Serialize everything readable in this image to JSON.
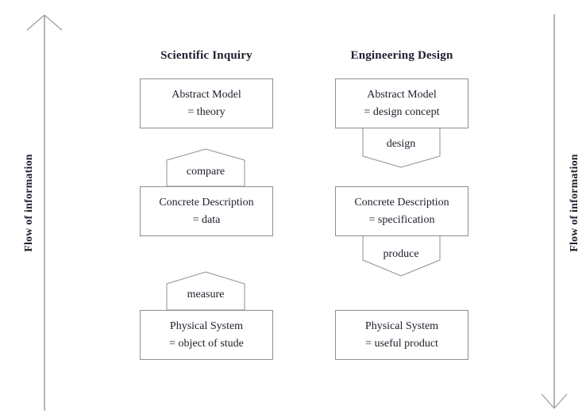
{
  "diagram": {
    "side_labels": {
      "left": "Flow of information",
      "right": "Flow of information"
    },
    "columns": [
      {
        "heading": "Scientific Inquiry",
        "boxes": [
          {
            "line1": "Abstract Model",
            "line2": "= theory"
          },
          {
            "line1": "Concrete Description",
            "line2": "= data"
          },
          {
            "line1": "Physical System",
            "line2": "= object of stude"
          }
        ],
        "connectors": [
          "compare",
          "measure"
        ],
        "flow_direction": "up"
      },
      {
        "heading": "Engineering Design",
        "boxes": [
          {
            "line1": "Abstract Model",
            "line2": "= design concept"
          },
          {
            "line1": "Concrete Description",
            "line2": "= specification"
          },
          {
            "line1": "Physical System",
            "line2": "= useful product"
          }
        ],
        "connectors": [
          "design",
          "produce"
        ],
        "flow_direction": "down"
      }
    ],
    "colors": {
      "arrow_line": "#9b9b9b",
      "shape_border": "#8f8f8f",
      "text": "#20202e",
      "background": "#ffffff"
    }
  }
}
